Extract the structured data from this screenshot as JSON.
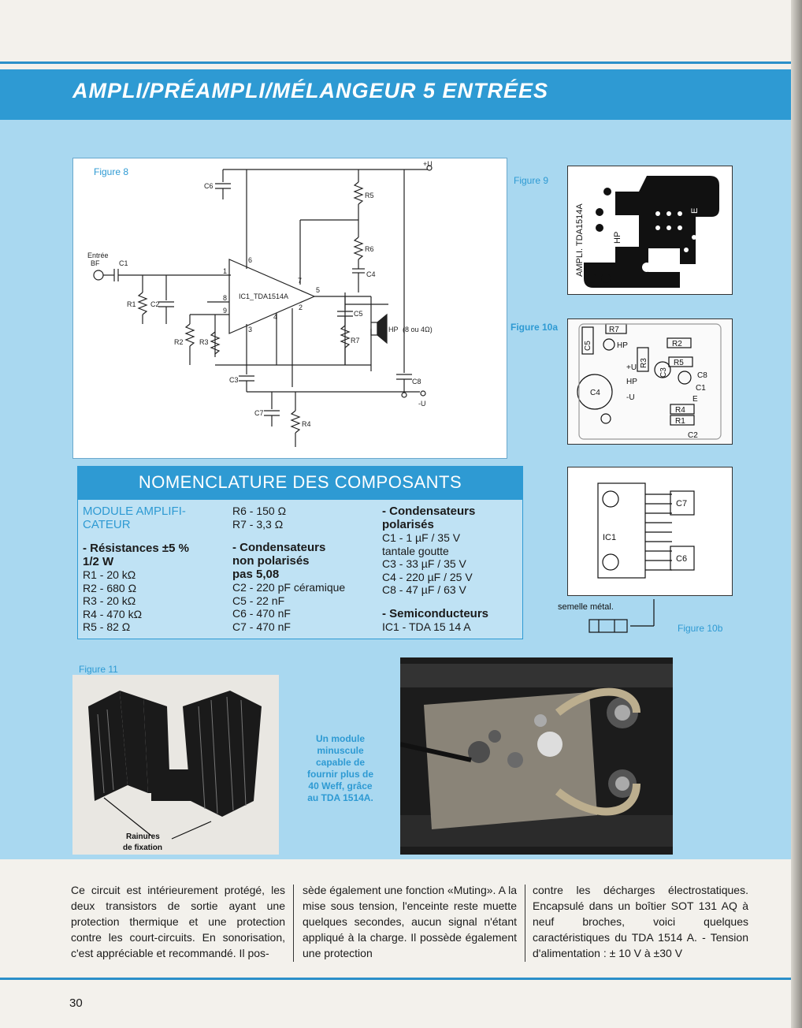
{
  "header": {
    "title": "AMPLI/PRÉAMPLI/MÉLANGEUR 5 ENTRÉES"
  },
  "figures": {
    "fig8": "Figure 8",
    "fig9": "Figure 9",
    "fig10a": "Figure 10a",
    "fig10b": "Figure 10b",
    "fig11": "Figure 11"
  },
  "schematic": {
    "vplus": "+U",
    "vminus": "-U",
    "input_label_1": "Entrée",
    "input_label_2": "BF",
    "ic_label": "IC1_TDA1514A",
    "hp_label": "HP",
    "hp_value": "(8 ou 4Ω)",
    "c1": "C1",
    "c2": "C2",
    "c3": "C3",
    "c4": "C4",
    "c5": "C5",
    "c6": "C6",
    "c7": "C7",
    "c8": "C8",
    "r1": "R1",
    "r2": "R2",
    "r3": "R3",
    "r4": "R4",
    "r5": "R5",
    "r6": "R6",
    "r7": "R7",
    "pins": [
      "1",
      "2",
      "3",
      "4",
      "5",
      "6",
      "7",
      "8",
      "9"
    ]
  },
  "pcb": {
    "board_text": "AMPLI. TDA1514A",
    "hp": "HP",
    "e": "E"
  },
  "layout10a": {
    "labels": [
      "C5",
      "R7",
      "HP",
      "R2",
      "R5",
      "R3",
      "C3",
      "C8",
      "C1",
      "C4",
      "-U",
      "+U",
      "E",
      "R4",
      "R1",
      "C2",
      "HP"
    ]
  },
  "fig10b": {
    "labels": [
      "IC1",
      "C7",
      "C6"
    ],
    "semelle": "semelle métal."
  },
  "nomenclature": {
    "title": "NOMENCLATURE DES COMPOSANTS",
    "col1": {
      "module_1": "MODULE AMPLIFI-",
      "module_2": "CATEUR",
      "res_head_1": "- Résistances ±5 %",
      "res_head_2": "1/2 W",
      "items": [
        "R1 - 20 kΩ",
        "R2 - 680 Ω",
        "R3 - 20 kΩ",
        "R4 - 470 kΩ",
        "R5 - 82 Ω"
      ]
    },
    "col2": {
      "items_top": [
        "R6 - 150 Ω",
        "R7 - 3,3 Ω"
      ],
      "cap_head_1": "- Condensateurs",
      "cap_head_2": "non polarisés",
      "cap_head_3": "pas 5,08",
      "items": [
        "C2 - 220 pF céramique",
        "C5 - 22 nF",
        "C6 - 470 nF",
        "C7 - 470 nF"
      ]
    },
    "col3": {
      "pol_head_1": "- Condensateurs",
      "pol_head_2": "polarisés",
      "items": [
        "C1 - 1 µF / 35 V",
        "tantale goutte",
        "C3 - 33 µF / 35 V",
        "C4 - 220 µF / 25 V",
        "C8 - 47 µF / 63 V"
      ],
      "semi_head": "- Semiconducteurs",
      "semi_items": [
        "IC1 - TDA 15 14 A"
      ]
    }
  },
  "photo": {
    "caption_lines": [
      "Un module",
      "minuscule",
      "capable de",
      "fournir plus de",
      "40 Weff, grâce",
      "au TDA 1514A."
    ]
  },
  "heatsink": {
    "label_1": "Rainures",
    "label_2": "de fixation"
  },
  "body": {
    "col1": "Ce circuit est intérieurement protégé, les deux transistors de sortie ayant une protection thermique et une protection contre les court-circuits. En sonorisation, c'est appréciable et recommandé. Il pos-",
    "col2": "sède également une fonction «Muting». A la mise sous tension, l'enceinte reste muette quelques secondes, aucun signal n'étant appliqué à la charge. Il possède également une protection",
    "col3": "contre les décharges électrostatiques. Encapsulé dans un boîtier SOT 131 AQ à neuf broches, voici quelques caractéristiques du TDA 1514 A. - Tension d'alimentation : ± 10 V à ±30 V"
  },
  "footer": {
    "page_number": "30"
  }
}
